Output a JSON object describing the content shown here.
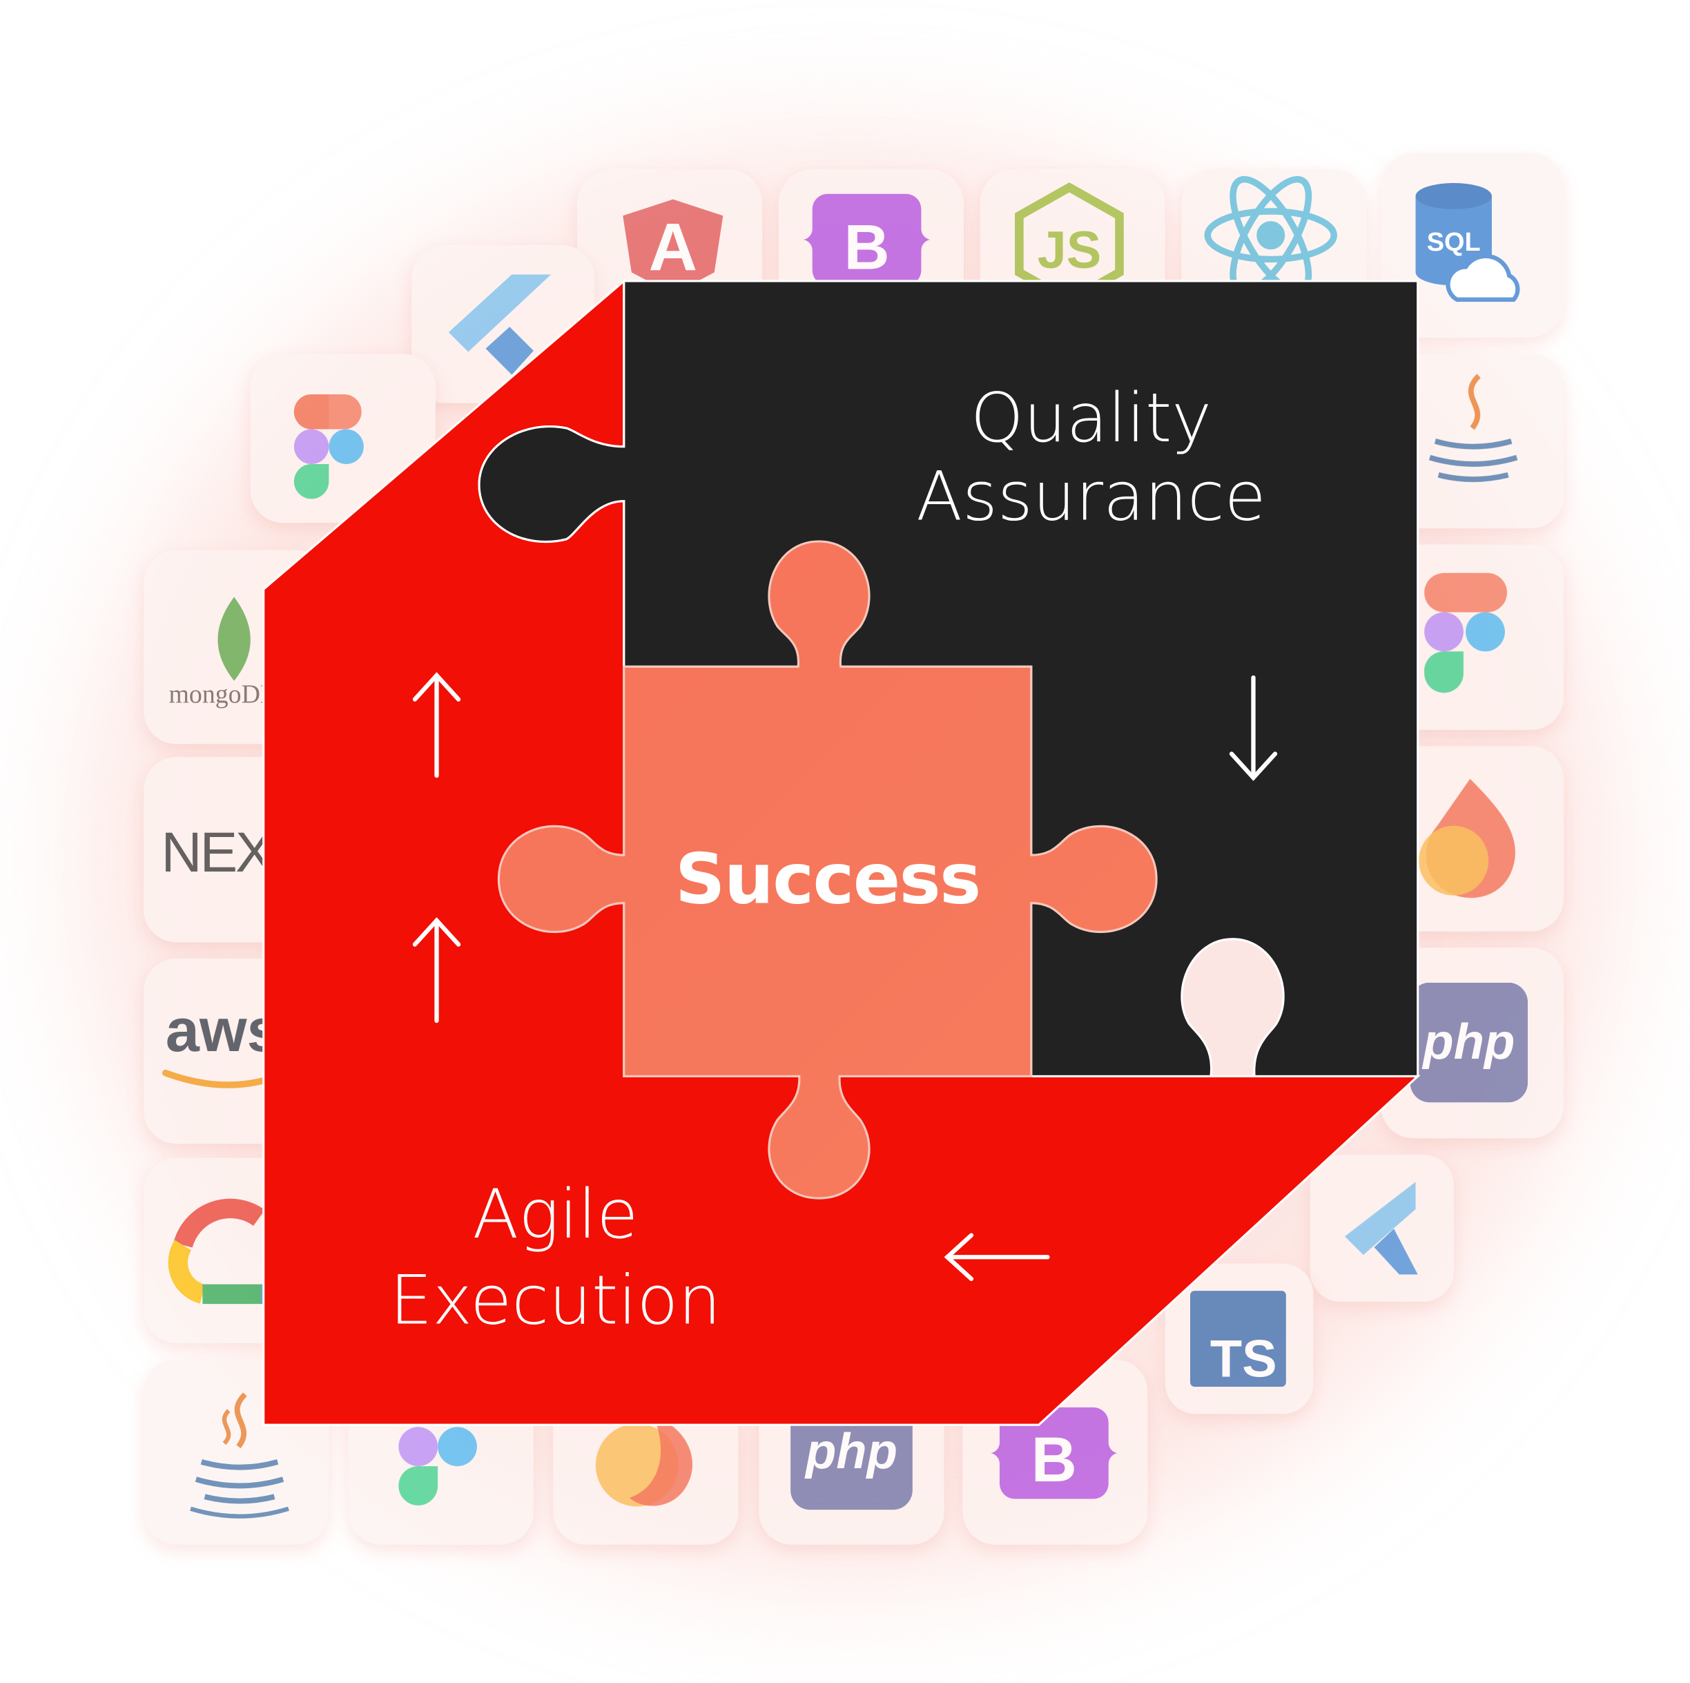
{
  "labels": {
    "quality_line1": "Quality",
    "quality_line2": "Assurance",
    "success": "Success",
    "agile_line1": "Agile",
    "agile_line2": "Execution",
    "arrow_up": "↑",
    "arrow_down": "↓",
    "arrow_left": "←"
  },
  "icon_text": {
    "angular": "A",
    "bootstrap": "B",
    "node": "JS",
    "sql": "SQL",
    "mongo": "mongoDB",
    "next": "NEXT",
    "aws": "aws",
    "php": "php",
    "typescript": "TS"
  },
  "colors": {
    "red": "#f20f05",
    "dark": "#222222",
    "success": "#f7765c",
    "text_light": "#ffffff"
  }
}
